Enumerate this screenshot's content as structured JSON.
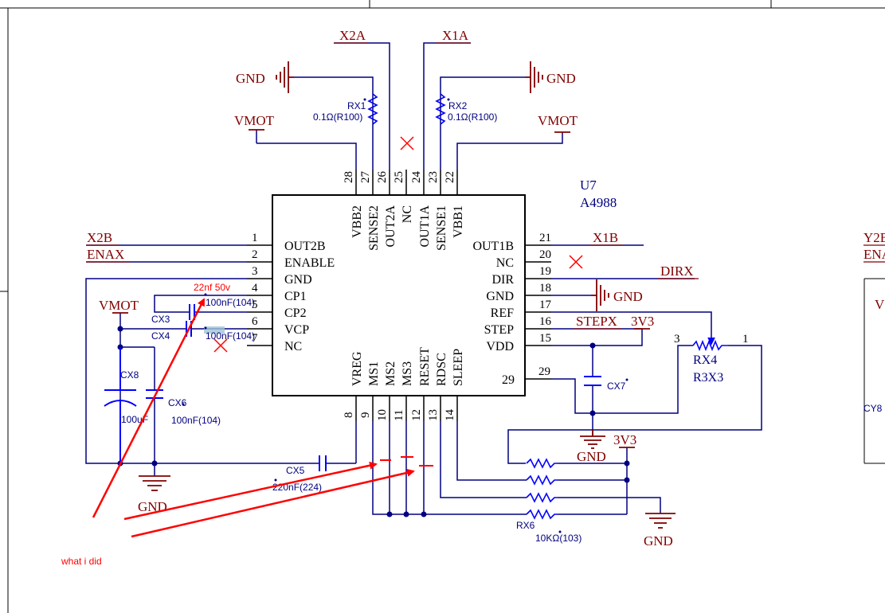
{
  "colors": {
    "wire": "#000080",
    "body_outline": "#000000",
    "net_label": "#800000",
    "power_symbol": "#800000",
    "designator": "#000080",
    "value": "#000080",
    "pin_number": "#000000",
    "no_connect": "#ff0000",
    "annotation": "#ff0000",
    "resistor": "#0000ff"
  },
  "chip": {
    "designator": "U7",
    "part": "A4988",
    "left_pins": [
      {
        "number": "1",
        "name": "OUT2B"
      },
      {
        "number": "2",
        "name": "ENABLE"
      },
      {
        "number": "3",
        "name": "GND"
      },
      {
        "number": "4",
        "name": "CP1"
      },
      {
        "number": "5",
        "name": "CP2"
      },
      {
        "number": "6",
        "name": "VCP"
      },
      {
        "number": "7",
        "name": "NC"
      }
    ],
    "right_pins": [
      {
        "number": "21",
        "name": "OUT1B"
      },
      {
        "number": "20",
        "name": "NC"
      },
      {
        "number": "19",
        "name": "DIR"
      },
      {
        "number": "18",
        "name": "GND"
      },
      {
        "number": "17",
        "name": "REF"
      },
      {
        "number": "16",
        "name": "STEP"
      },
      {
        "number": "15",
        "name": "VDD"
      }
    ],
    "pin_29": "29",
    "top_pins": [
      {
        "number": "28",
        "name": "VBB2"
      },
      {
        "number": "27",
        "name": "SENSE2"
      },
      {
        "number": "26",
        "name": "OUT2A"
      },
      {
        "number": "25",
        "name": "NC"
      },
      {
        "number": "24",
        "name": "OUT1A"
      },
      {
        "number": "23",
        "name": "SENSE1"
      },
      {
        "number": "22",
        "name": "VBB1"
      }
    ],
    "bottom_pins": [
      {
        "number": "8",
        "name": "VREG"
      },
      {
        "number": "9",
        "name": "MS1"
      },
      {
        "number": "10",
        "name": "MS2"
      },
      {
        "number": "11",
        "name": "MS3"
      },
      {
        "number": "12",
        "name": "RESET"
      },
      {
        "number": "13",
        "name": "RDSC"
      },
      {
        "number": "14",
        "name": "SLEEP"
      }
    ]
  },
  "nets": {
    "x2a": "X2A",
    "x1a": "X1A",
    "x2b": "X2B",
    "enax": "ENAX",
    "x1b": "X1B",
    "dirx": "DIRX",
    "stepx": "STEPX",
    "y2b_partial": "Y2B",
    "enay_partial": "ENA"
  },
  "power": {
    "gnd": "GND",
    "vmot": "VMOT",
    "v3v3": "3V3",
    "v_partial": "V"
  },
  "components": {
    "rx1": {
      "designator": "RX1",
      "value": "0.1Ω(R100)"
    },
    "rx2": {
      "designator": "RX2",
      "value": "0.1Ω(R100)"
    },
    "rx4": {
      "designator": "RX4",
      "value": "R3X3",
      "pin3": "3",
      "pin1": "1"
    },
    "rx6": {
      "designator": "RX6",
      "value": "10KΩ(103)"
    },
    "cx3": {
      "designator": "CX3",
      "value": "100nF(104)"
    },
    "cx4": {
      "designator": "CX4",
      "value": "100nF(104)"
    },
    "cx5": {
      "designator": "CX5",
      "value": "220nF(224)"
    },
    "cx6": {
      "designator": "CX6",
      "value": "100nF(104)"
    },
    "cx7": {
      "designator": "CX7"
    },
    "cx8": {
      "designator": "CX8",
      "value": "100uF"
    },
    "cx8_partial": "CY8"
  },
  "annotations": {
    "cap_note": "22nf 50v",
    "what_i_did": "what i did"
  }
}
